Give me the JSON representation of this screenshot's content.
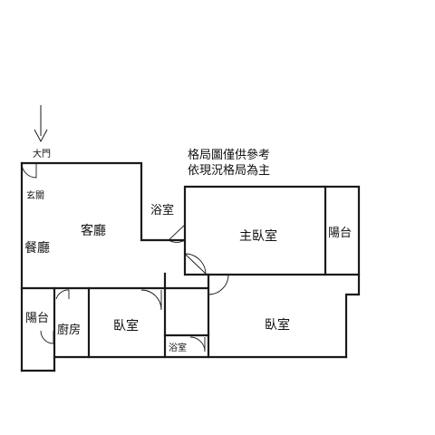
{
  "labels": {
    "entrance": "大門",
    "foyer": "玄關",
    "living_room": "客廳",
    "dining_room": "餐廳",
    "bathroom_top": "浴室",
    "master_bedroom": "主臥室",
    "balcony_right": "陽台",
    "balcony_left": "陽台",
    "kitchen": "廚房",
    "bedroom_middle": "臥室",
    "bathroom_small": "浴室",
    "bedroom_right": "臥室"
  },
  "notes": {
    "line1": "格局圖僅供參考",
    "line2": "依現況格局為主"
  }
}
